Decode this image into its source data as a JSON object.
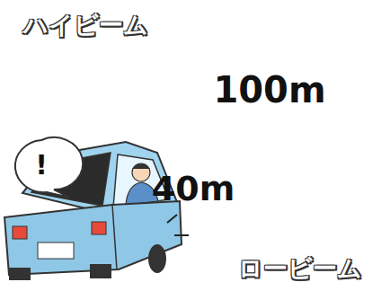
{
  "diagram": {
    "nodes": [
      {
        "text": [
          "100m"
        ]
      },
      {
        "text": [
          "40m"
        ]
      },
      {
        "text": [
          "!"
        ]
      }
    ],
    "labels": [
      "ハイビーム",
      "ロービーム"
    ]
  }
}
